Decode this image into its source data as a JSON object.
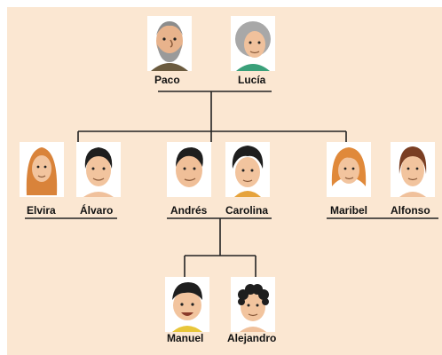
{
  "title": "",
  "people": {
    "paco": "Paco",
    "lucia": "Lucía",
    "elvira": "Elvira",
    "alvaro": "Álvaro",
    "andres": "Andrés",
    "carolina": "Carolina",
    "maribel": "Maribel",
    "alfonso": "Alfonso",
    "manuel": "Manuel",
    "alejandro": "Alejandro"
  },
  "colors": {
    "background": "#fbe7d2",
    "line": "#222222"
  }
}
